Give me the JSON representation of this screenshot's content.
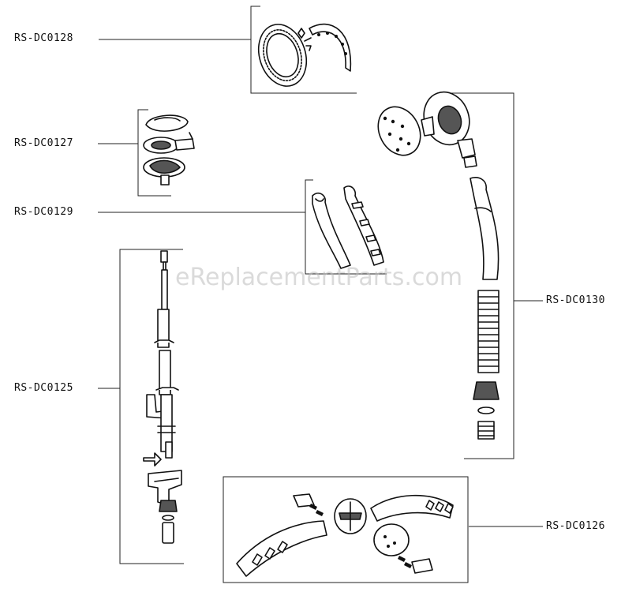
{
  "labels": {
    "rs_dc0128": "RS-DC0128",
    "rs_dc0127": "RS-DC0127",
    "rs_dc0129": "RS-DC0129",
    "rs_dc0125": "RS-DC0125",
    "rs_dc0130": "RS-DC0130",
    "rs_dc0126": "RS-DC0126"
  },
  "watermark": "eReplacementParts.com"
}
